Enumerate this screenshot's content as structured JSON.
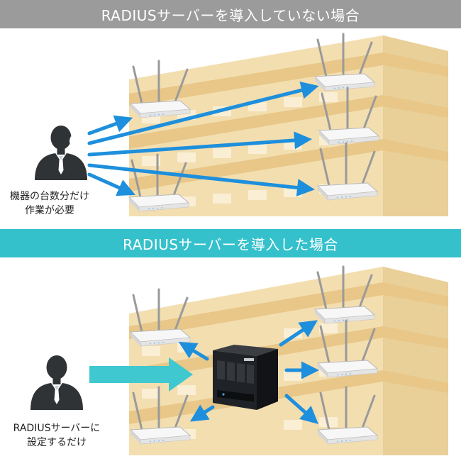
{
  "scenario_without": {
    "title": "RADIUSサーバーを導入していない場合",
    "caption_line1": "機器の台数分だけ",
    "caption_line2": "作業が必要"
  },
  "scenario_with": {
    "title": "RADIUSサーバーを導入した場合",
    "caption_line1": "RADIUSサーバーに",
    "caption_line2": "設定するだけ"
  },
  "colors": {
    "header_gray": "#9b9b9b",
    "header_teal": "#34c1cc",
    "arrow_blue": "#1e8fdc",
    "big_arrow_teal": "#40c8d0",
    "building_facade": "#f3deb0",
    "building_band": "#e8c788",
    "person_dark": "#2f3336"
  },
  "icons": [
    "person-icon",
    "access-point-icon",
    "nas-server-icon",
    "building-illustration",
    "sweat-drop-icon"
  ]
}
